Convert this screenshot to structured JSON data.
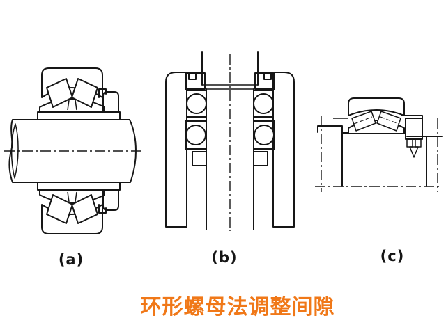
{
  "page": {
    "background": "#ffffff",
    "line_color": "#161616"
  },
  "figures": [
    {
      "id": "a",
      "label": "(a)",
      "content": "shaft-mounted double-row spherical roller bearing with ring nut, horizontal shaft section"
    },
    {
      "id": "b",
      "label": "(b)",
      "content": "vertical shaft in housing with two ball bearings and ring nuts, full section"
    },
    {
      "id": "c",
      "label": "(c)",
      "content": "spherical roller bearing on stepped shaft with lock nut and tab washer, side view"
    }
  ],
  "caption": {
    "text": "环形螺母法调整间隙",
    "color": "#F07818"
  }
}
